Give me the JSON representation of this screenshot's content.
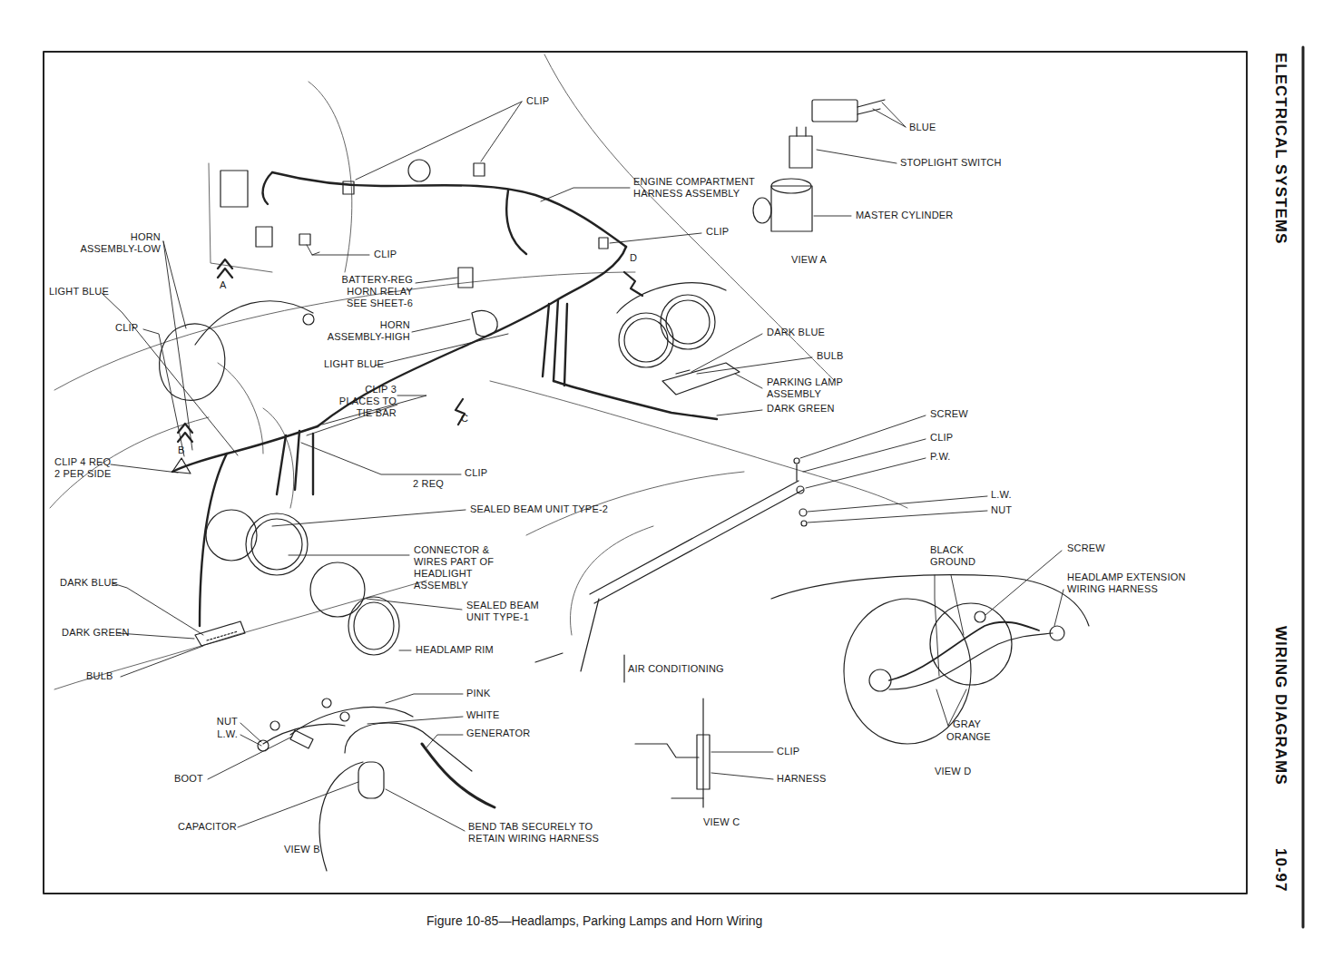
{
  "diagram": {
    "caption": "Figure 10-85—Headlamps, Parking Lamps and Horn Wiring",
    "labels": [
      "ELECTRICAL SYSTEMS",
      "WIRING DIAGRAMS",
      "10-97",
      "CLIP",
      "BLUE",
      "STOPLIGHT SWITCH",
      "ENGINE COMPARTMENT HARNESS ASSEMBLY",
      "MASTER CYLINDER",
      "HORN ASSEMBLY-LOW",
      "CLIP",
      "CLIP",
      "A",
      "D",
      "VIEW A",
      "BATTERY-REG HORN RELAY SEE SHEET-6",
      "LIGHT BLUE",
      "CLIP",
      "HORN ASSEMBLY-HIGH",
      "DARK BLUE",
      "BULB",
      "LIGHT BLUE",
      "PARKING LAMP ASSEMBLY",
      "CLIP 3 PLACES TO TIE BAR",
      "C",
      "DARK GREEN",
      "SCREW",
      "B",
      "CLIP",
      "P.W.",
      "CLIP 4 REQ 2 PER SIDE",
      "CLIP",
      "2 REQ",
      "L.W.",
      "NUT",
      "SEALED BEAM UNIT TYPE-2",
      "BLACK GROUND",
      "SCREW",
      "CONNECTOR & WIRES PART OF HEADLIGHT ASSEMBLY",
      "HEADLAMP EXTENSION WIRING HARNESS",
      "DARK BLUE",
      "SEALED BEAM UNIT TYPE-1",
      "DARK GREEN",
      "HEADLAMP RIM",
      "AIR CONDITIONING",
      "BULB",
      "PINK",
      "GRAY",
      "ORANGE",
      "WHITE",
      "NUT",
      "L.W.",
      "GENERATOR",
      "CLIP",
      "HARNESS",
      "VIEW D",
      "BOOT",
      "CAPACITOR",
      "BEND TAB SECURELY TO RETAIN WIRING HARNESS",
      "VIEW C",
      "VIEW B"
    ]
  }
}
